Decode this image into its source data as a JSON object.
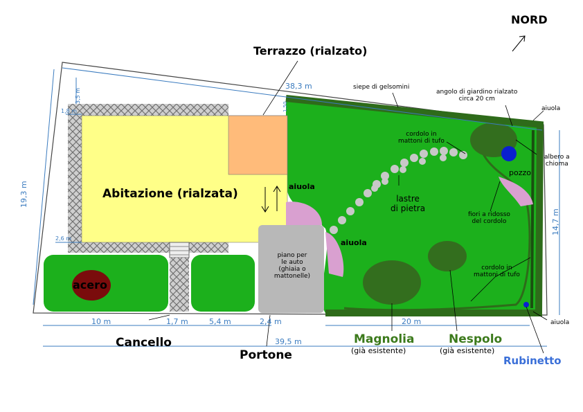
{
  "compass": {
    "label": "NORD"
  },
  "labels": {
    "terrace": "Terrazzo (rialzato)",
    "house": "Abitazione (rialzata)",
    "hedge": "siepe di gelsomini",
    "raised_corner_1": "angolo di giardino rialzato",
    "raised_corner_2": "circa 20 cm",
    "bed_ne": "aiuola",
    "tree_line1": "albero a",
    "tree_line2": "chioma",
    "well": "pozzo",
    "curb_tufo_1_a": "cordolo in",
    "curb_tufo_1_b": "mattoni di tufo",
    "stones_a": "lastre",
    "stones_b": "di pietra",
    "flowers_a": "fiori a ridosso",
    "flowers_b": "del cordolo",
    "bed_house": "aiuola",
    "bed_parking": "aiuola",
    "parking_1": "piano per",
    "parking_2": "le auto",
    "parking_3": "(ghiaia o",
    "parking_4": "mattonelle)",
    "curb_tufo_2_a": "cordolo in",
    "curb_tufo_2_b": "mattoni di tufo",
    "maple": "acero",
    "gate": "Cancello",
    "main_door": "Portone",
    "magnolia": "Magnolia",
    "magnolia_sub": "(già esistente)",
    "medlar": "Nespolo",
    "medlar_sub": "(già esistente)",
    "tap": "Rubinetto",
    "bed_se": "aiuola"
  },
  "dimensions": {
    "top": "38,3 m",
    "left": "19,3 m",
    "right": "14,7 m",
    "d35": "3,5 m",
    "d18": "1,8 m",
    "d26": "2,6 m",
    "d150": "1,50",
    "b10": "10 m",
    "b17": "1,7 m",
    "b54": "5,4 m",
    "b24": "2,4 m",
    "b20": "20 m",
    "b395": "39,5 m"
  },
  "colors": {
    "house": "#ffff88",
    "terrace": "#ffbb7a",
    "lawn": "#1cb01c",
    "hedge": "#2e6b1a",
    "tree": "#336e1e",
    "maple": "#7a0c0c",
    "parking": "#b8b8b8",
    "dimension": "#3a7bbf",
    "plant_label": "#3c7a1c",
    "tap_label": "#3a6fd8"
  }
}
